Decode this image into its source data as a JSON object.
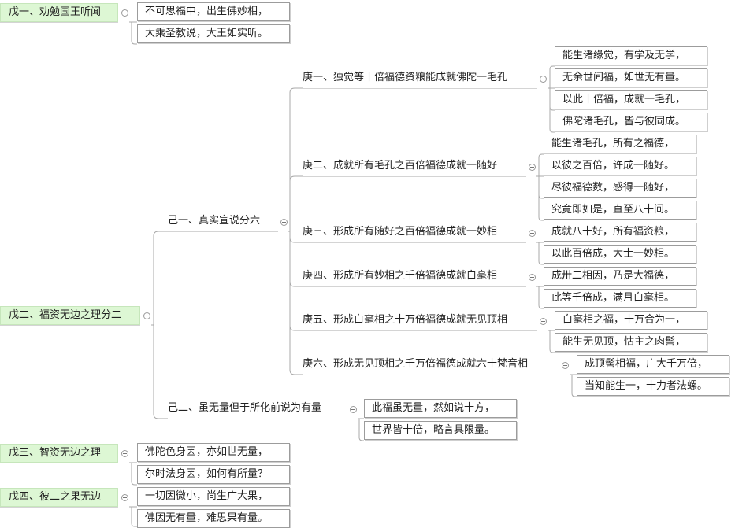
{
  "nodes": {
    "wu1": "戊一、劝勉国王听闻",
    "wu1_l1": "不可思福中，出生佛妙相，",
    "wu1_l2": "大乘圣教说，大王如实听。",
    "wu2": "戊二、福资无边之理分二",
    "ji1": "己一、真实宣说分六",
    "g1": "庚一、独觉等十倍福德资粮能成就佛陀一毛孔",
    "g1_l1": "能生诸缘觉，有学及无学，",
    "g1_l2": "无余世间福，如世无有量。",
    "g1_l3": "以此十倍福，成就一毛孔，",
    "g1_l4": "佛陀诸毛孔，皆与彼同成。",
    "g2": "庚二、成就所有毛孔之百倍福德成就一随好",
    "g2_l1": "能生诸毛孔，所有之福德，",
    "g2_l2": "以彼之百倍，许成一随好。",
    "g2_l3": "尽彼福德数，感得一随好，",
    "g2_l4": "究竟即如是，直至八十间。",
    "g3": "庚三、形成所有随好之百倍福德成就一妙相",
    "g3_l1": "成就八十好，所有福资粮，",
    "g3_l2": "以此百倍成，大士一妙相。",
    "g4": "庚四、形成所有妙相之千倍福德成就白毫相",
    "g4_l1": "成卅二相因，乃是大福德，",
    "g4_l2": "此等千倍成，满月白毫相。",
    "g5": "庚五、形成白毫相之十万倍福德成就无见顶相",
    "g5_l1": "白毫相之福，十万合为一，",
    "g5_l2": "能生无见顶，怙主之肉髻，",
    "g6": "庚六、形成无见顶相之千万倍福德成就六十梵音相",
    "g6_l1": "成顶髻相福，广大千万倍，",
    "g6_l2": "当知能生一，十力者法螺。",
    "ji2": "己二、虽无量但于所化前说为有量",
    "ji2_l1": "此福虽无量，然如说十方，",
    "ji2_l2": "世界皆十倍，略言具限量。",
    "wu3": "戊三、智资无边之理",
    "wu3_l1": "佛陀色身因，亦如世无量，",
    "wu3_l2": "尔时法身因，如何有所量？",
    "wu4": "戊四、彼二之果无边",
    "wu4_l1": "一切因微小，尚生广大果，",
    "wu4_l2": "佛因无有量，难思果有量。"
  },
  "colors": {
    "root_fill": "#ddf7d4",
    "leaf_border": "#9c9c9c",
    "connector": "#a8a8a8"
  }
}
